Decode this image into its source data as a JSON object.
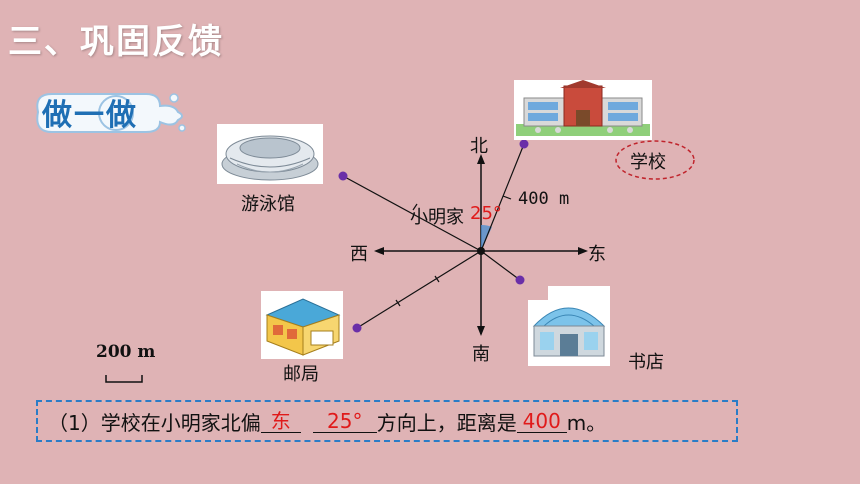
{
  "title": "三、巩固反馈",
  "badge": "做一做",
  "directions": {
    "north": "北",
    "south": "南",
    "east": "东",
    "west": "西"
  },
  "places": {
    "home": "小明家",
    "school": "学校",
    "pool": "游泳馆",
    "post": "邮局",
    "bookstore": "书店"
  },
  "angle": "25°",
  "distance": "400 m",
  "scale": "200 m",
  "question": {
    "part1": "（1）学校在小明家北偏",
    "ans1": "东",
    "ans2": "25°",
    "part2": "方向上，距离是",
    "ans3": "400",
    "part3": "m。"
  },
  "colors": {
    "answer": "#e01a1a",
    "point": "#6a2fa8",
    "dashed_box": "#2a7cc7",
    "badge_text": "#1f6fb4"
  }
}
